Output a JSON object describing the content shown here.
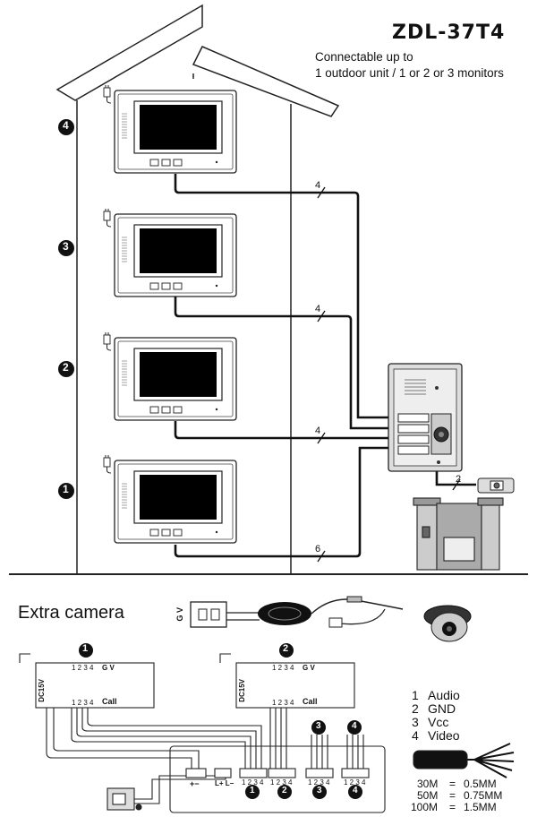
{
  "header": {
    "model": "ZDL-37T4",
    "subtitle_line1": "Connectable up to",
    "subtitle_line2": "1 outdoor unit / 1 or 2 or 3 monitors"
  },
  "floors": [
    {
      "label": "4",
      "cable": "4"
    },
    {
      "label": "3",
      "cable": "4"
    },
    {
      "label": "2",
      "cable": "4"
    },
    {
      "label": "1",
      "cable": "6"
    }
  ],
  "outdoor_unit": {
    "cable": "2"
  },
  "extra_camera": {
    "label": "Extra camera",
    "plug_text": "G V"
  },
  "monitor_ports": {
    "numbers": "1 2 3 4",
    "gv": "G V",
    "power": "DC15V",
    "port1": "1",
    "port2": "2",
    "call": "Call",
    "minus": "−",
    "plus": "+",
    "pin_labels_bottom": "1 2 3 4",
    "monitor1": "1",
    "monitor2": "2"
  },
  "distributor": {
    "pm_label": "+−",
    "lplus": "L+ L−",
    "pins": "1 2 3 4",
    "outputs": [
      "1",
      "2",
      "3",
      "4"
    ]
  },
  "cable_spec": {
    "wires": [
      {
        "num": "1",
        "name": "Audio"
      },
      {
        "num": "2",
        "name": "GND"
      },
      {
        "num": "3",
        "name": "Vcc"
      },
      {
        "num": "4",
        "name": "Video"
      }
    ],
    "lengths": [
      {
        "len": "30M",
        "eq": "=",
        "size": "0.5MM"
      },
      {
        "len": "50M",
        "eq": "=",
        "size": "0.75MM"
      },
      {
        "len": "100M",
        "eq": "=",
        "size": "1.5MM"
      }
    ]
  }
}
